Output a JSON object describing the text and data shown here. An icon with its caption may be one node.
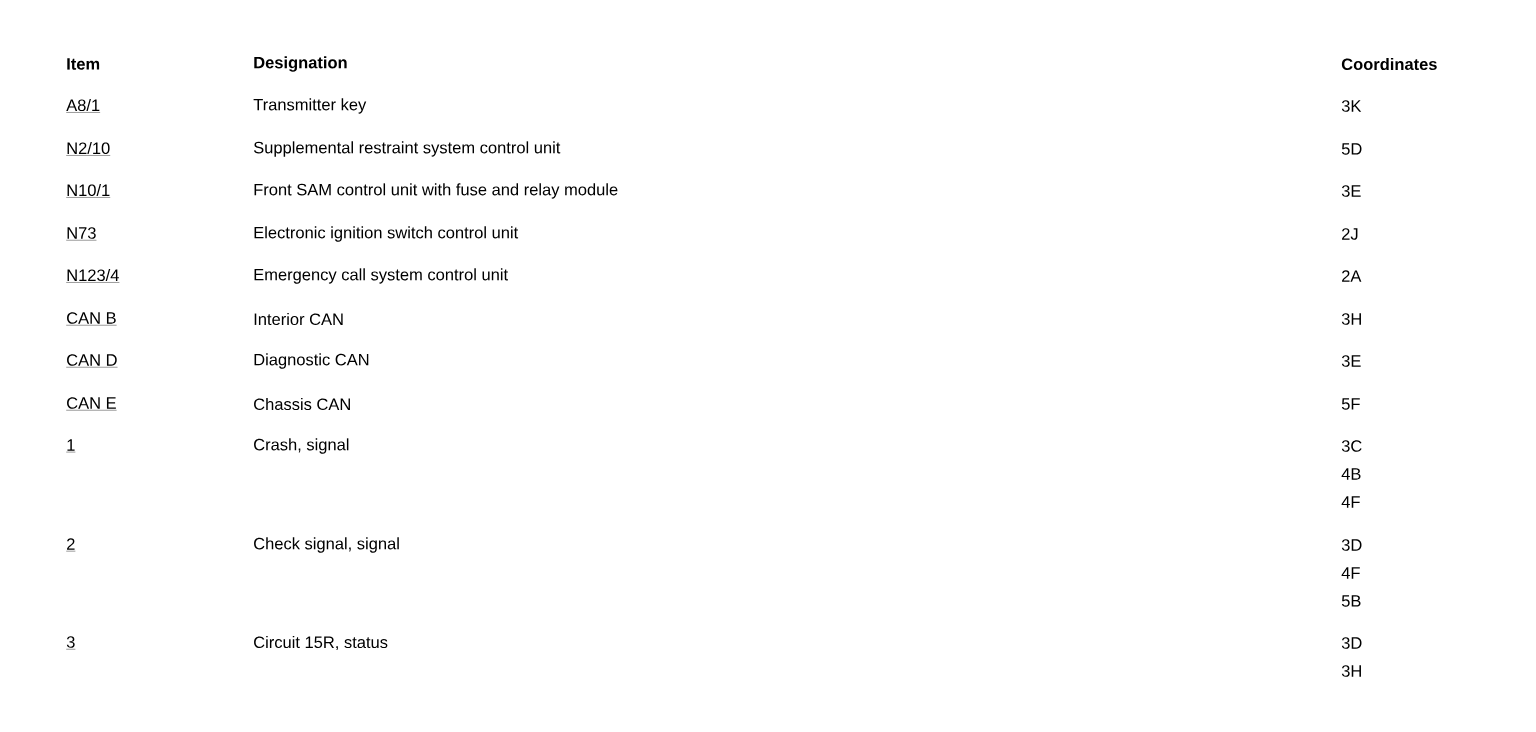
{
  "diagram": {
    "labels": [
      "Item",
      "Designation",
      "Coordinates",
      "A8/1",
      "Transmitter key",
      "3K",
      "N2/10",
      "Supplemental restraint system control unit",
      "5D",
      "N10/1",
      "Front SAM control unit with fuse and relay module",
      "3E",
      "N73",
      "Electronic ignition switch control unit",
      "2J",
      "N123/4",
      "Emergency call system control unit",
      "2A",
      "CAN B",
      "Interior CAN",
      "3H",
      "CAN D",
      "Diagnostic CAN",
      "3E",
      "CAN E",
      "Chassis CAN",
      "5F",
      "1",
      "Crash, signal",
      "3C",
      "4B",
      "4F",
      "2",
      "Check signal, signal",
      "3D",
      "4F",
      "5B",
      "3",
      "Circuit 15R, status",
      "3D",
      "3H"
    ]
  }
}
